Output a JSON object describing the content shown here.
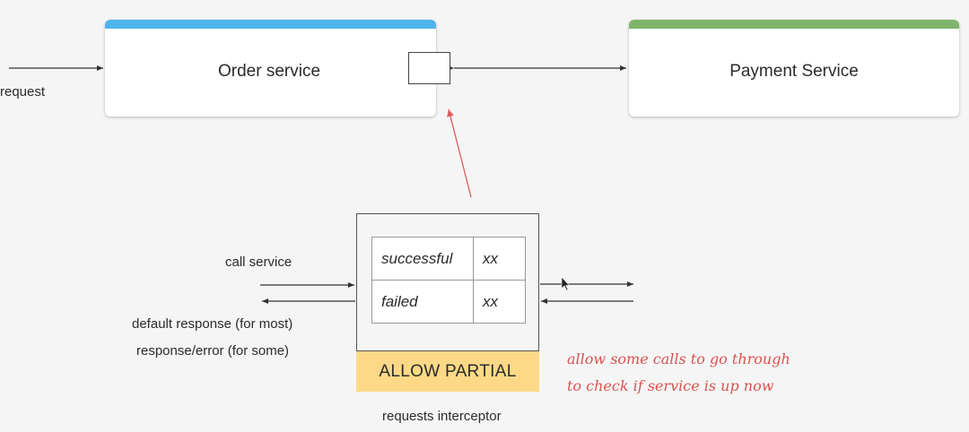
{
  "colors": {
    "order_accent": "#4fb3ec",
    "payment_accent": "#7fb56a",
    "allow_fill": "#fdd987",
    "note_color": "#d9534f",
    "pointer_arrow": "#e05a5a"
  },
  "order_service": {
    "title": "Order service"
  },
  "payment_service": {
    "title": "Payment Service"
  },
  "incoming": {
    "request_label": "request"
  },
  "interceptor": {
    "caption": "requests interceptor",
    "rows": [
      {
        "state": "successful",
        "count": "xx"
      },
      {
        "state": "failed",
        "count": "xx"
      }
    ],
    "mode": "ALLOW PARTIAL"
  },
  "left_labels": {
    "call": "call service",
    "default_response": "default response (for most)",
    "error_response": "response/error (for some)"
  },
  "annotation": {
    "line1": "allow some calls to go through",
    "line2": "to check if service is up now"
  }
}
